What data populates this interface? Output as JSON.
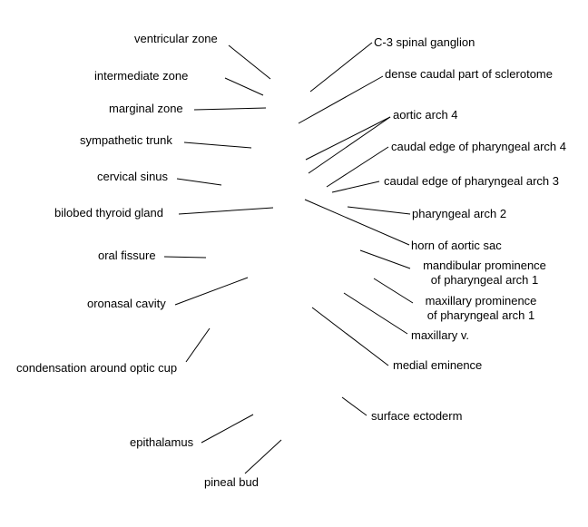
{
  "labels": {
    "ventricular_zone": "ventricular zone",
    "intermediate_zone": "intermediate zone",
    "marginal_zone": "marginal zone",
    "sympathetic_trunk": "sympathetic trunk",
    "cervical_sinus": "cervical sinus",
    "bilobed_thyroid_gland": "bilobed thyroid gland",
    "oral_fissure": "oral fissure",
    "oronasal_cavity": "oronasal cavity",
    "condensation_around_optic_cup": "condensation around optic cup",
    "epithalamus": "epithalamus",
    "pineal_bud": "pineal bud",
    "c3_spinal_ganglion": "C-3 spinal ganglion",
    "dense_caudal_part_of_sclerotome": "dense caudal part of sclerotome",
    "aortic_arch_4": "aortic arch 4",
    "caudal_edge_pharyngeal_arch_4": "caudal edge of pharyngeal arch 4",
    "caudal_edge_pharyngeal_arch_3": "caudal edge of pharyngeal arch 3",
    "pharyngeal_arch_2": "pharyngeal arch 2",
    "horn_of_aortic_sac": "horn of aortic sac",
    "mandibular_prominence_line1": "mandibular prominence",
    "mandibular_prominence_line2": "of pharyngeal arch 1",
    "maxillary_prominence_line1": "maxillary prominence",
    "maxillary_prominence_line2": "of pharyngeal arch 1",
    "maxillary_v": "maxillary v.",
    "medial_eminence": "medial eminence",
    "surface_ectoderm": "surface ectoderm"
  }
}
